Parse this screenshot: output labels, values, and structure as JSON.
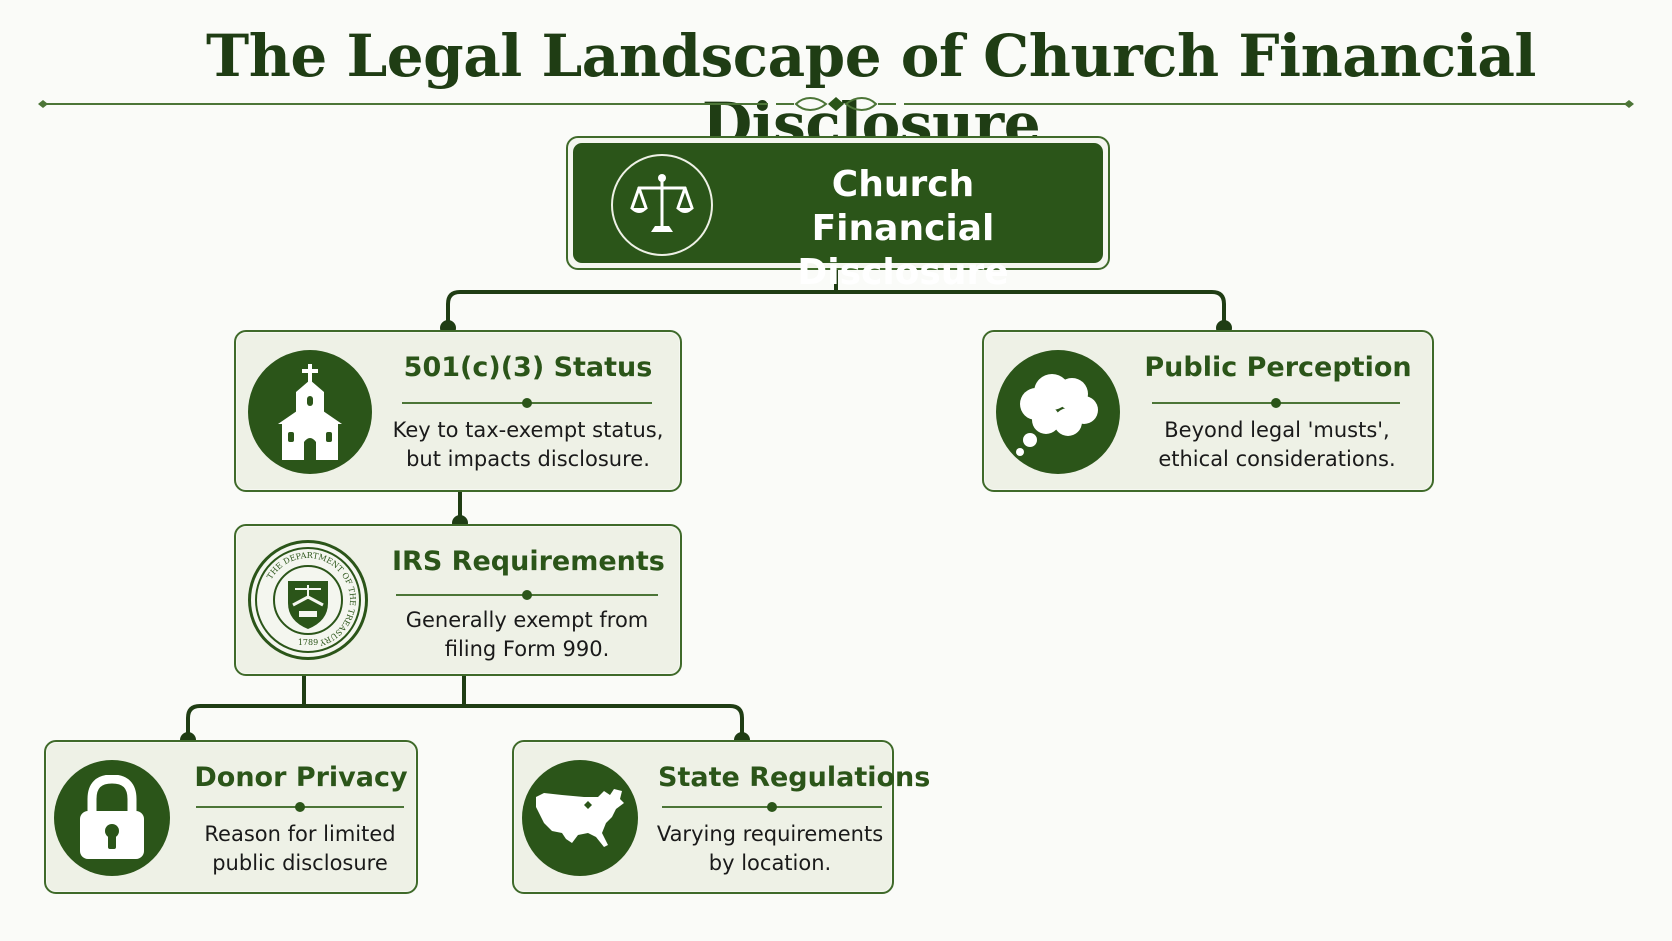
{
  "title": "The Legal Landscape of Church Financial Disclosure",
  "colors": {
    "primary": "#2b5519",
    "box_fill": "#eef1e6",
    "border": "#3f6a2a",
    "background": "#fafbf8"
  },
  "root": {
    "line1": "Church",
    "line2": "Financial Disclosure",
    "icon": "scales-of-justice-icon"
  },
  "nodes": {
    "status": {
      "heading": "501(c)(3) Status",
      "line1": "Key to tax-exempt status,",
      "line2": "but impacts disclosure.",
      "icon": "church-icon"
    },
    "perception": {
      "heading": "Public Perception",
      "line1": "Beyond legal 'musts',",
      "line2": "ethical considerations.",
      "icon": "thought-bubble-icon"
    },
    "irs": {
      "heading": "IRS Requirements",
      "line1": "Generally exempt from",
      "line2": "filing Form 990.",
      "icon": "treasury-seal-icon",
      "seal_text": "THE DEPARTMENT OF THE TREASURY",
      "seal_year": "1789"
    },
    "donor": {
      "heading": "Donor Privacy",
      "line1": "Reason for limited",
      "line2": "public disclosure",
      "icon": "padlock-icon"
    },
    "state": {
      "heading": "State Regulations",
      "line1": "Varying requirements",
      "line2": "by location.",
      "icon": "us-map-icon"
    }
  }
}
